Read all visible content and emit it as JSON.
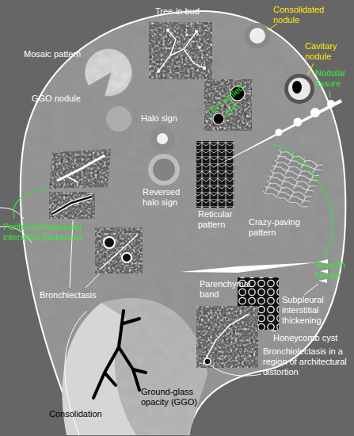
{
  "diagram": {
    "labels": [
      "Tree-in bud",
      "Consolidated nodule",
      "Mosaic pattern",
      "Cavitary nodule",
      "GGO nodule",
      "Nodular fissure",
      "Thin-walled cyst",
      "Halo sign",
      "Reversed halo sign",
      "Reticular pattern",
      "Crazy-paving pattern",
      "Smooth fissure",
      "Peribronchovascular interstitial thickening",
      "Parenchymal band",
      "Bronchiectasis",
      "Subpleural interstitial thickening",
      "Honeycomb cyst",
      "Bronchiolectasis in a region of architectural distortion",
      "Ground-glass opacity (GGO)",
      "Consolidation"
    ]
  }
}
